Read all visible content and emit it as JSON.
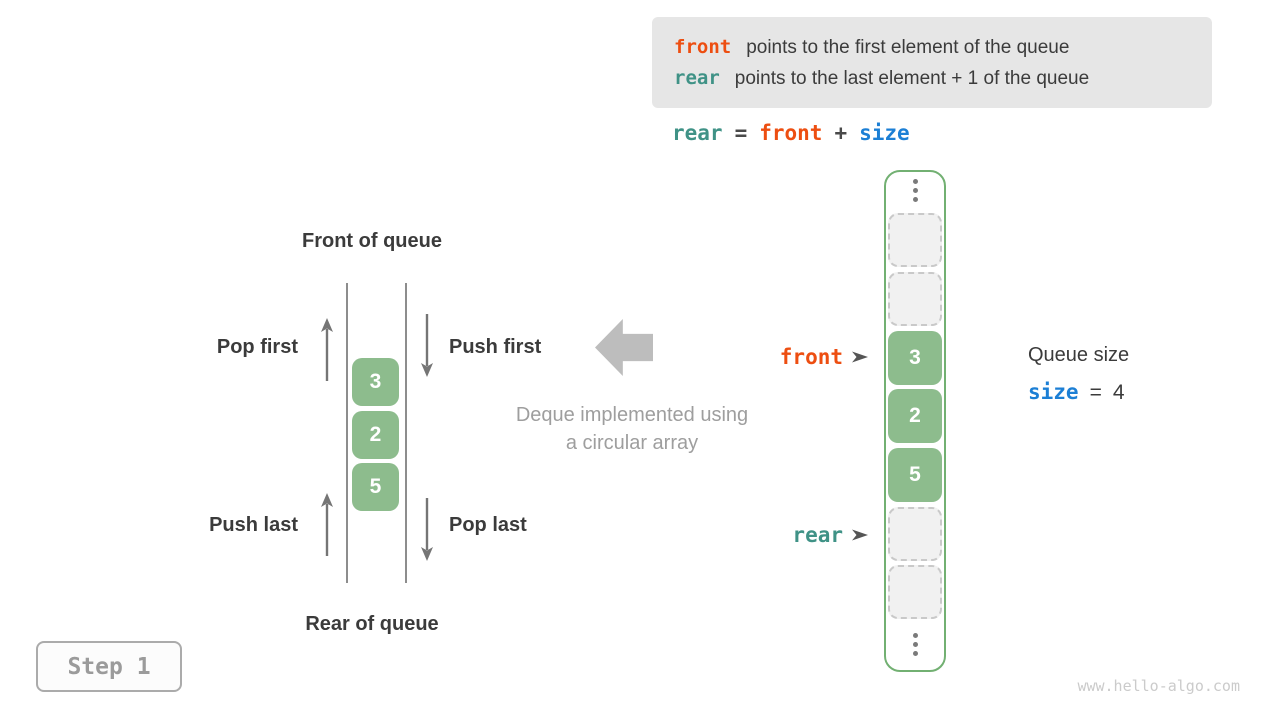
{
  "info_box": {
    "line1": {
      "keyword": "front",
      "text": "points to the first element of the queue"
    },
    "line2": {
      "keyword": "rear",
      "text": "points to the last element + 1 of the queue"
    }
  },
  "formula": {
    "lhs": "rear",
    "eq": "=",
    "op1": "front",
    "plus": "+",
    "op2": "size"
  },
  "left_diagram": {
    "front_label": "Front of queue",
    "rear_label": "Rear of queue",
    "pop_first": "Pop first",
    "push_first": "Push first",
    "push_last": "Push last",
    "pop_last": "Pop last",
    "cells": [
      "3",
      "2",
      "5"
    ]
  },
  "center_caption": {
    "line1": "Deque implemented using",
    "line2": "a circular array"
  },
  "array_panel": {
    "front_pointer": "front",
    "rear_pointer": "rear",
    "cells": [
      {
        "type": "empty",
        "value": ""
      },
      {
        "type": "empty",
        "value": ""
      },
      {
        "type": "filled",
        "value": "3"
      },
      {
        "type": "filled",
        "value": "2"
      },
      {
        "type": "filled",
        "value": "5"
      },
      {
        "type": "empty",
        "value": ""
      },
      {
        "type": "empty",
        "value": ""
      }
    ]
  },
  "queue_size": {
    "title": "Queue size",
    "keyword": "size",
    "eq": "=",
    "value": "4"
  },
  "step_badge": {
    "label": "Step 1"
  },
  "watermark": "www.hello-algo.com",
  "colors": {
    "front_orange": "#ed4e11",
    "rear_teal": "#3f9286",
    "size_blue": "#1c7fd5",
    "cell_green": "#8dbc8d",
    "array_border_green": "#72b072",
    "text_dark": "#3b3b3b",
    "caption_gray": "#9e9e9e",
    "block_arrow_gray": "#bdbdbd",
    "info_box_bg": "#e6e6e6"
  }
}
